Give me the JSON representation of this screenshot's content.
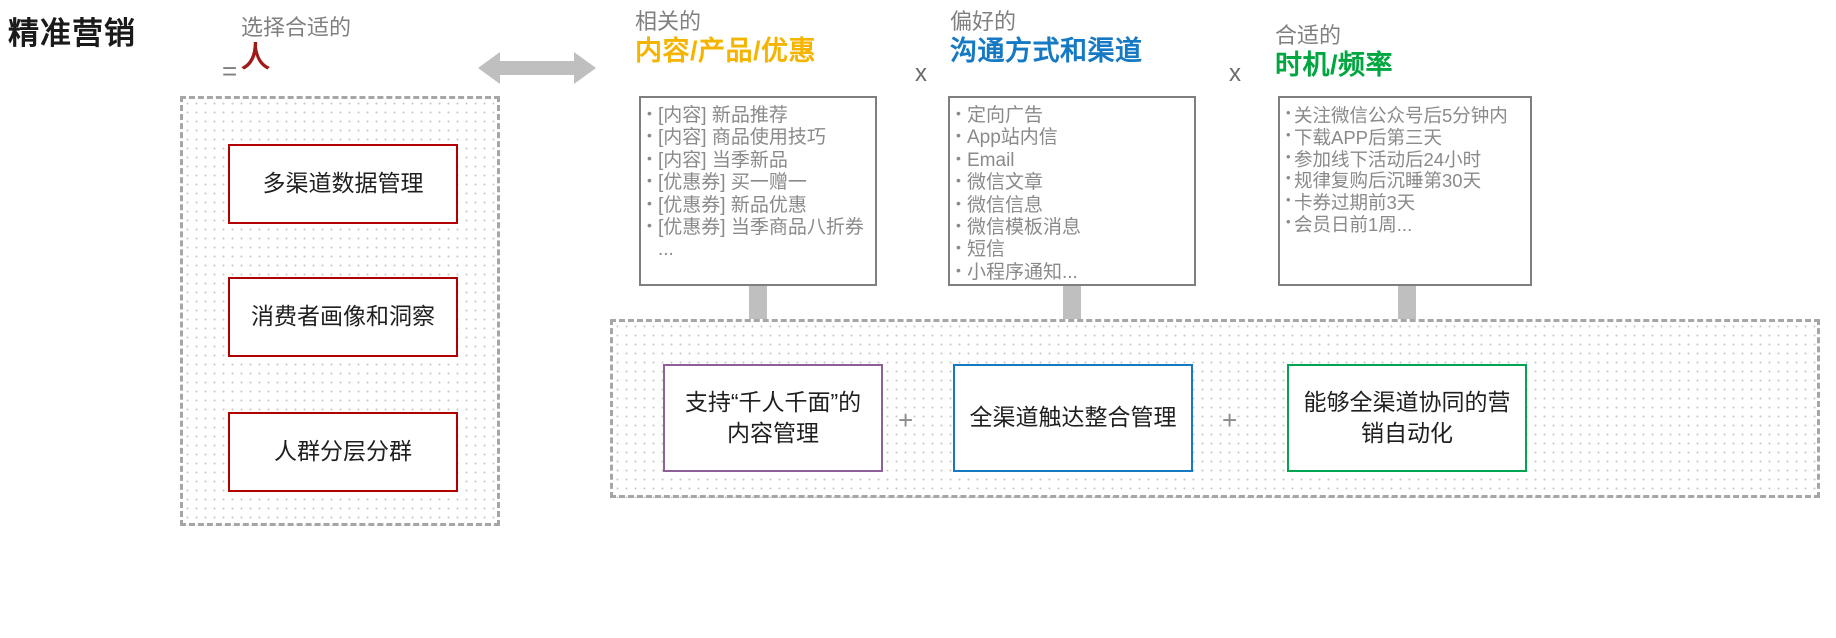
{
  "title": "精准营销",
  "equals": "=",
  "operators": {
    "multiply": "x",
    "plus": "+"
  },
  "columns": [
    {
      "id": "people",
      "sub": "选择合适的",
      "main": "人",
      "color": "#9e1b1b",
      "items": [
        {
          "label": "多渠道数据管理"
        },
        {
          "label": "消费者画像和洞察"
        },
        {
          "label": "人群分层分群"
        }
      ]
    },
    {
      "id": "content",
      "sub": "相关的",
      "main": "内容/产品/优惠",
      "color": "#f5b400",
      "list": [
        "[内容] 新品推荐",
        "[内容] 商品使用技巧",
        "[内容] 当季新品",
        "[优惠券] 买一赠一",
        "[优惠券] 新品优惠",
        "[优惠券] 当季商品八折券",
        "..."
      ],
      "capability": "支持“千人千面”的内容管理"
    },
    {
      "id": "channel",
      "sub": "偏好的",
      "main": "沟通方式和渠道",
      "color": "#1579c4",
      "list": [
        "定向广告",
        "App站内信",
        "Email",
        "微信文章",
        "微信信息",
        "微信模板消息",
        "短信",
        "小程序通知..."
      ],
      "capability": "全渠道触达整合管理"
    },
    {
      "id": "timing",
      "sub": "合适的",
      "main": "时机/频率",
      "color": "#00a63f",
      "list": [
        "关注微信公众号后5分钟内",
        "下载APP后第三天",
        "参加线下活动后24小时",
        "规律复购后沉睡第30天",
        "卡券过期前3天",
        "会员日前1周..."
      ],
      "capability": "能够全渠道协同的营销自动化"
    }
  ],
  "icons": {
    "double_arrow": "double-arrow-horizontal-icon",
    "down_arrow": "arrow-down-icon"
  }
}
